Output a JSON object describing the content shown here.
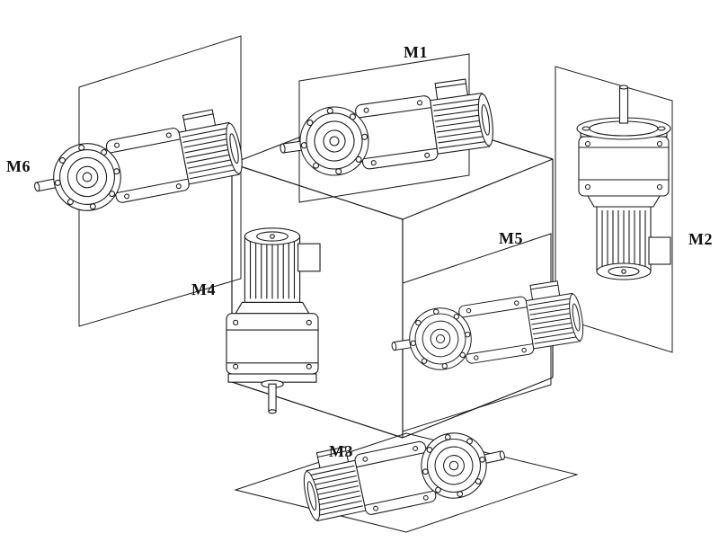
{
  "figure": {
    "background": "#ffffff",
    "line_color": "#1c1c1c",
    "positions": [
      {
        "id": "m1",
        "label": "M1"
      },
      {
        "id": "m2",
        "label": "M2"
      },
      {
        "id": "m3",
        "label": "M3"
      },
      {
        "id": "m4",
        "label": "M4"
      },
      {
        "id": "m5",
        "label": "M5"
      },
      {
        "id": "m6",
        "label": "M6"
      }
    ]
  }
}
